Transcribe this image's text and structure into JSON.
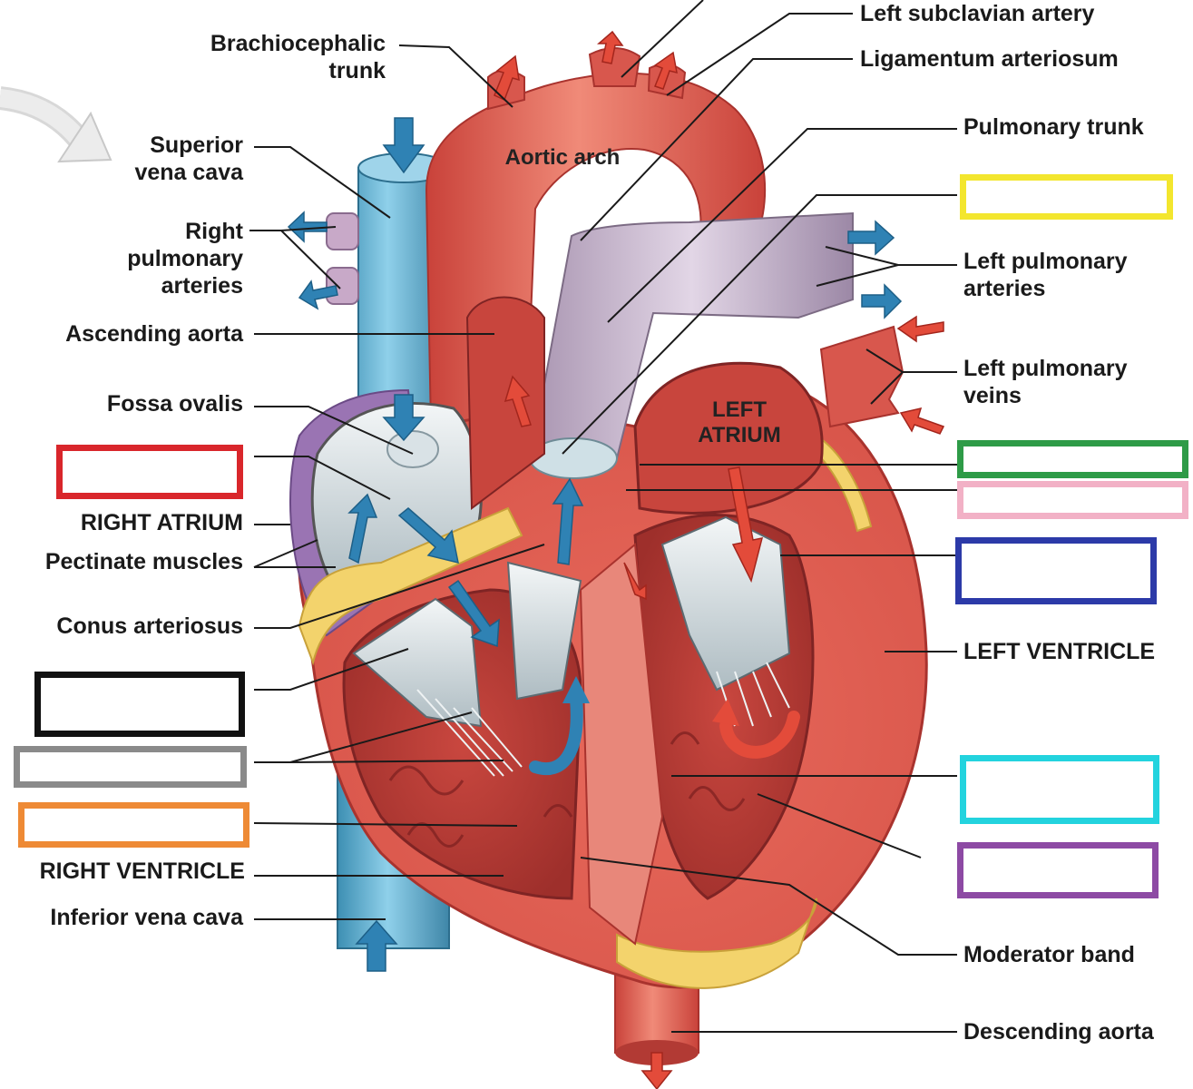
{
  "left_labels": {
    "brachiocephalic": "Brachiocephalic\ntrunk",
    "superior_vc": "Superior\nvena cava",
    "right_pulm_arteries": "Right\npulmonary\narteries",
    "ascending_aorta": "Ascending aorta",
    "fossa_ovalis": "Fossa ovalis",
    "right_atrium": "RIGHT ATRIUM",
    "pectinate": "Pectinate muscles",
    "conus": "Conus arteriosus",
    "right_ventricle": "RIGHT VENTRICLE",
    "inferior_vc": "Inferior vena cava"
  },
  "right_labels": {
    "left_subclavian": "Left subclavian artery",
    "ligamentum": "Ligamentum arteriosum",
    "pulmonary_trunk": "Pulmonary trunk",
    "left_pulm_arteries": "Left pulmonary\narteries",
    "left_pulm_veins": "Left pulmonary\nveins",
    "left_ventricle": "LEFT VENTRICLE",
    "moderator_band": "Moderator band",
    "descending_aorta": "Descending aorta"
  },
  "art_labels": {
    "aortic_arch": "Aortic arch",
    "left_atrium": "LEFT\nATRIUM"
  },
  "blank_boxes": [
    {
      "id": "red",
      "color": "#d9262b"
    },
    {
      "id": "black",
      "color": "#111111"
    },
    {
      "id": "gray",
      "color": "#8a8a8a"
    },
    {
      "id": "orange",
      "color": "#ee8a35"
    },
    {
      "id": "yellow",
      "color": "#f3e62e"
    },
    {
      "id": "green",
      "color": "#2e9b47"
    },
    {
      "id": "pink",
      "color": "#f2b1c6"
    },
    {
      "id": "blue",
      "color": "#2c3aa8"
    },
    {
      "id": "cyan",
      "color": "#23d3de"
    },
    {
      "id": "purple",
      "color": "#8d4aa4"
    }
  ]
}
